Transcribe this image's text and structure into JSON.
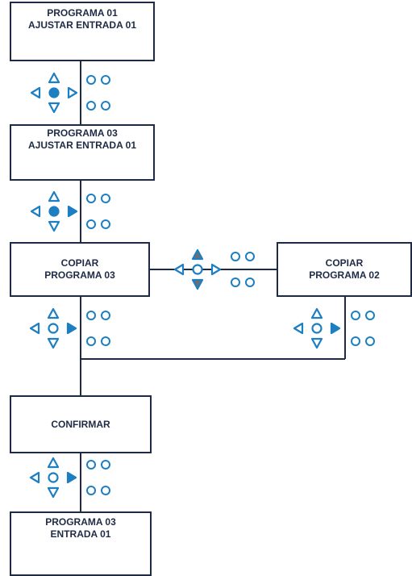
{
  "colors": {
    "line": "#1f2a44",
    "accent": "#1d7fc2",
    "active_arrow": "#6d6e71"
  },
  "steps": [
    {
      "id": "s1",
      "line1": "PROGRAMA 01",
      "line2": "AJUSTAR ENTRADA 01"
    },
    {
      "id": "s2",
      "line1": "PROGRAMA 03",
      "line2": "AJUSTAR ENTRADA 01"
    },
    {
      "id": "s3",
      "line1": "COPIAR",
      "line2": "PROGRAMA 03"
    },
    {
      "id": "s4",
      "line1": "COPIAR",
      "line2": "PROGRAMA 02"
    },
    {
      "id": "s5",
      "line1": "CONFIRMAR",
      "line2": ""
    },
    {
      "id": "s6",
      "line1": "PROGRAMA 03",
      "line2": "ENTRADA 01"
    }
  ],
  "keypads": [
    {
      "name": "keypad-1",
      "center": "filled",
      "left": "outline",
      "right": "outline",
      "up": "outline",
      "down": "outline"
    },
    {
      "name": "keypad-2",
      "center": "filled",
      "left": "outline",
      "right": "filled",
      "up": "outline",
      "down": "outline"
    },
    {
      "name": "keypad-3",
      "center": "outline",
      "left": "outline",
      "right": "outline",
      "up": "active",
      "down": "active"
    },
    {
      "name": "keypad-4",
      "center": "outline",
      "left": "outline",
      "right": "filled",
      "up": "outline",
      "down": "outline"
    },
    {
      "name": "keypad-5",
      "center": "outline",
      "left": "outline",
      "right": "filled",
      "up": "outline",
      "down": "outline"
    },
    {
      "name": "keypad-6",
      "center": "outline",
      "left": "outline",
      "right": "filled",
      "up": "outline",
      "down": "outline"
    }
  ]
}
